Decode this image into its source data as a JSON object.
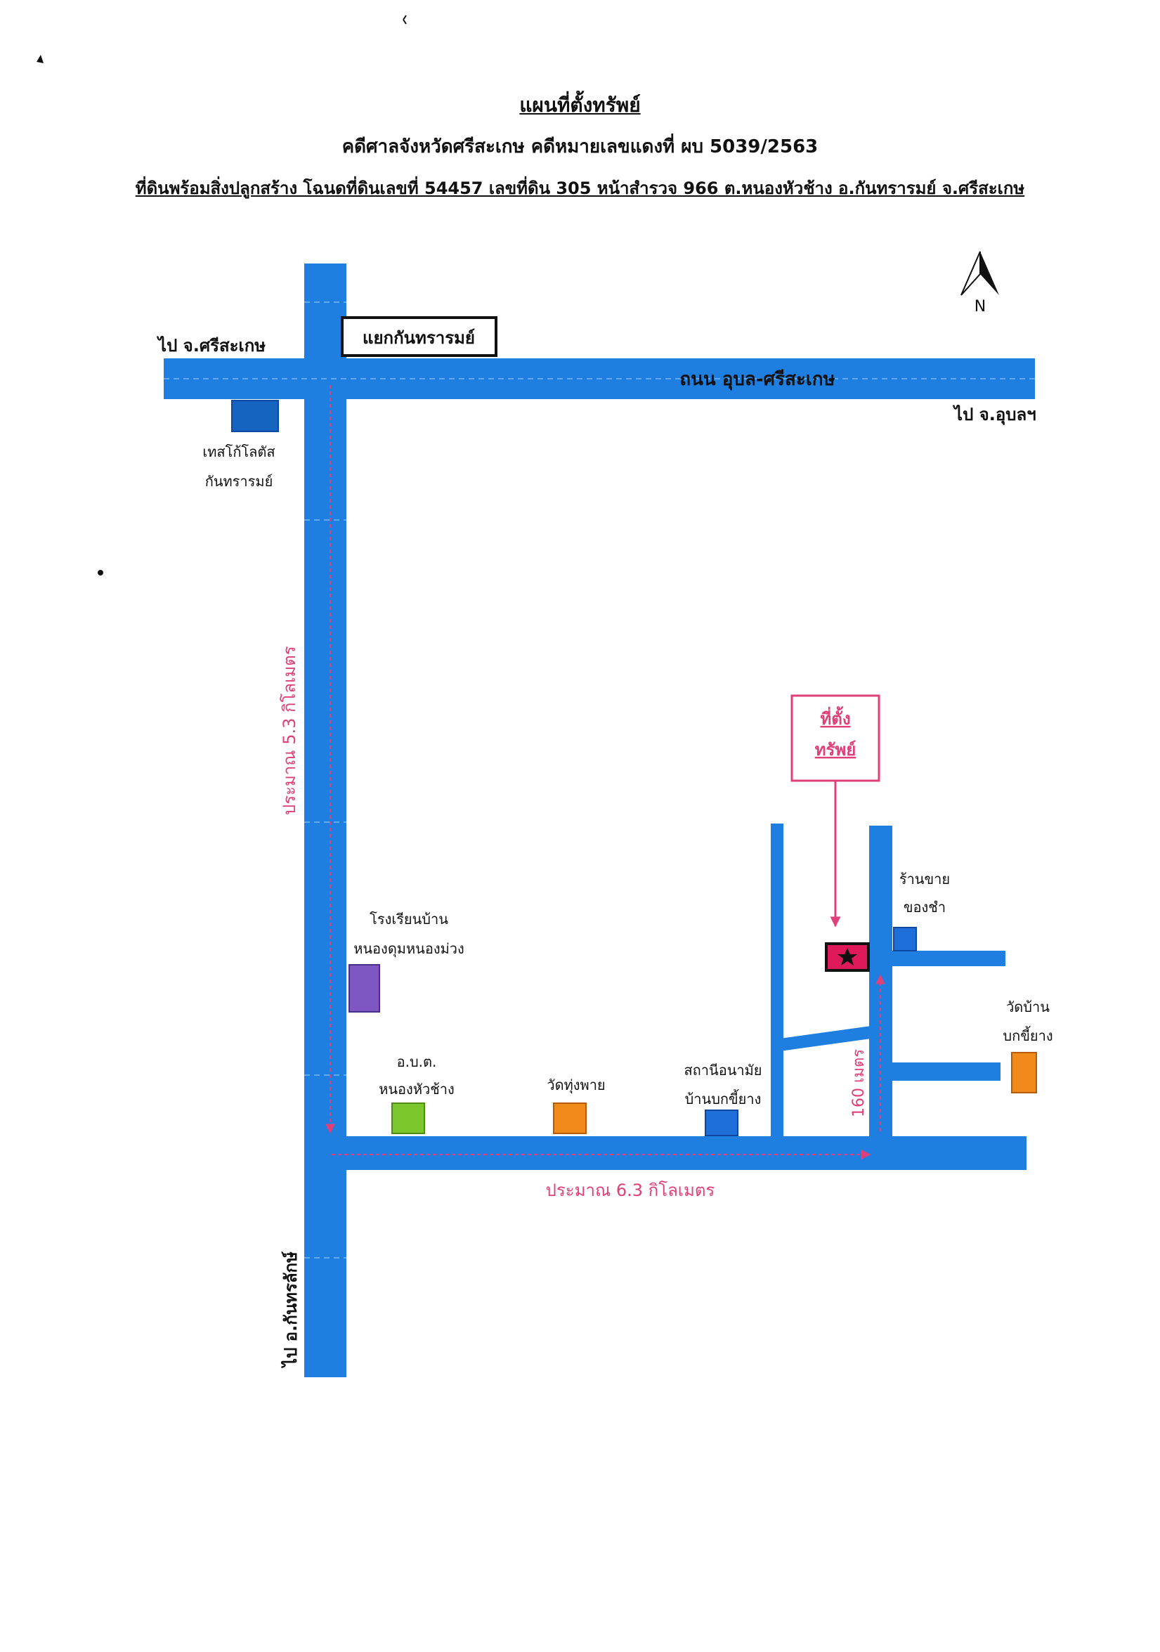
{
  "header": {
    "title": "แผนที่ตั้งทรัพย์",
    "court": "คดีศาลจังหวัดศรีสะเกษ  คดีหมายเลขแดงที่ ผบ 5039/2563",
    "property": "ที่ดินพร้อมสิ่งปลูกสร้าง  โฉนดที่ดินเลขที่ 54457 เลขที่ดิน 305 หน้าสำรวจ 966 ต.หนองหัวช้าง อ.กันทรารมย์ จ.ศรีสะเกษ"
  },
  "compass": {
    "label": "N"
  },
  "roads": {
    "junction": "แยกกันทรารมย์",
    "main_road": "ถนน อุบล-ศรีสะเกษ",
    "to_sisaket": "ไป จ.ศรีสะเกษ",
    "to_ubon": "ไป จ.อุบลฯ",
    "to_kanthararak": "ไป อ.กันทรลักษ์"
  },
  "distances": {
    "vertical": "ประมาณ   5.3   กิโลเมตร",
    "horizontal": "ประมาณ   6.3   กิโลเมตร",
    "short": "160  เมตร"
  },
  "landmarks": {
    "tesco_1": "เทสโก้โลตัส",
    "tesco_2": "กันทรารมย์",
    "school_1": "โรงเรียนบ้าน",
    "school_2": "หนองดุมหนองม่วง",
    "obt_1": "อ.บ.ต.",
    "obt_2": "หนองหัวช้าง",
    "wat_thung": "วัดทุ่งพาย",
    "health_1": "สถานีอนามัย",
    "health_2": "บ้านบกขี้ยาง",
    "shop_1": "ร้านขาย",
    "shop_2": "ของชำ",
    "wat_bok_1": "วัดบ้าน",
    "wat_bok_2": "บกขี้ยาง"
  },
  "target": {
    "line1": "ที่ตั้ง",
    "line2": "ทรัพย์"
  },
  "colors": {
    "road": "#1e7fe0",
    "distance": "#e0407a",
    "tesco": "#1565c0",
    "school": "#7e57c2",
    "obt": "#7cc62e",
    "wat": "#f08a1a",
    "health": "#1e6fd9",
    "shop": "#1e6fd9",
    "target": "#e0195a"
  }
}
